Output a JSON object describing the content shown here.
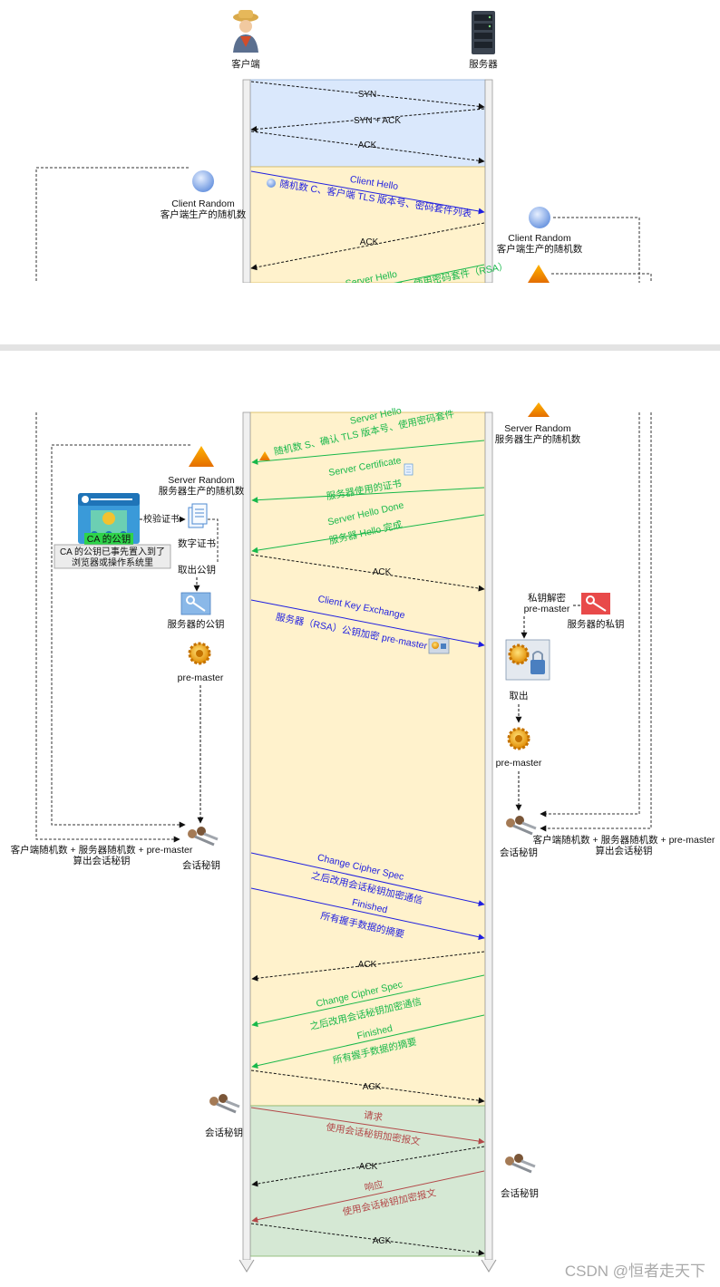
{
  "participants": {
    "client": "客户端",
    "server": "服务器"
  },
  "colors": {
    "blue": "#1f1fe0",
    "green": "#18b84a",
    "red": "#b34848",
    "black": "#111111",
    "tcp_band": "#dae8fc",
    "tls_band": "#fff2cc",
    "data_band": "#d5e8d4"
  },
  "tcp": {
    "syn": "SYN",
    "syn_ack": "SYN + ACK",
    "ack": "ACK"
  },
  "part1": {
    "client_hello_title": "Client Hello",
    "client_hello_desc": "随机数 C、客户端 TLS 版本号、密码套件列表",
    "client_random_title": "Client Random",
    "client_random_desc": "客户端生产的随机数",
    "server_client_random_title": "Client Random",
    "server_client_random_desc": "客户端生产的随机数",
    "ack": "ACK",
    "server_hello_cut": "Server Hello",
    "server_hello_desc_cut": "随机数 S、确认 TLS 版本号、使用密码套件（RSA）"
  },
  "part2": {
    "server_hello_cut": "Server Hello",
    "server_hello_desc_cut": "随机数 S、确认 TLS 版本号、使用密码套件",
    "server_random_server_title": "Server Random",
    "server_random_server_desc": "服务器生产的随机数",
    "server_random_client_title": "Server Random",
    "server_random_client_desc": "服务器生产的随机数",
    "server_certificate_title": "Server Certificate",
    "server_certificate_desc": "服务器使用的证书",
    "server_hello_done_title": "Server Hello Done",
    "server_hello_done_desc": "服务器 Hello 完成",
    "ack1": "ACK",
    "verify_cert": "校验证书",
    "ca_pubkey": "CA 的公钥",
    "ca_note_line1": "CA 的公钥已事先置入到了",
    "ca_note_line2": "浏览器或操作系统里",
    "digital_cert": "数字证书",
    "extract_pubkey": "取出公钥",
    "server_pubkey": "服务器的公钥",
    "pre_master_client": "pre-master",
    "client_key_exchange_title": "Client Key Exchange",
    "client_key_exchange_desc": "服务器（RSA）公钥加密 pre-master",
    "private_decrypt_line1": "私钥解密",
    "private_decrypt_line2": "pre-master",
    "server_private_key": "服务器的私钥",
    "take_out": "取出",
    "pre_master_server": "pre-master",
    "client_calc_line1": "客户端随机数 + 服务器随机数 +  pre-master",
    "client_calc_line2": "算出会话秘钥",
    "client_session_key": "会话秘钥",
    "server_calc_line1": "客户端随机数 + 服务器随机数 +  pre-master",
    "server_calc_line2": "算出会话秘钥",
    "server_session_key": "会话秘钥",
    "ccs_client_title": "Change Cipher Spec",
    "ccs_client_desc": "之后改用会话秘钥加密通信",
    "finished_client_title": "Finished",
    "finished_client_desc": "所有握手数据的摘要",
    "ack2": "ACK",
    "ccs_server_title": "Change Cipher Spec",
    "ccs_server_desc": "之后改用会话秘钥加密通信",
    "finished_server_title": "Finished",
    "finished_server_desc": "所有握手数据的摘要",
    "ack3": "ACK",
    "client_session_key2": "会话秘钥",
    "request_title": "请求",
    "request_desc": "使用会话秘钥加密报文",
    "ack4": "ACK",
    "server_session_key2": "会话秘钥",
    "response_title": "响应",
    "response_desc": "使用会话秘钥加密报文",
    "ack5": "ACK"
  },
  "watermark": "CSDN @恒者走天下",
  "icon_names": [
    "farmer-user-icon",
    "server-rack-icon",
    "random-circle-icon",
    "random-triangle-icon",
    "ca-certificate-icon",
    "certificate-document-icon",
    "public-key-icon",
    "private-key-icon",
    "gear-icon",
    "gear-lock-icon",
    "keys-icon"
  ]
}
